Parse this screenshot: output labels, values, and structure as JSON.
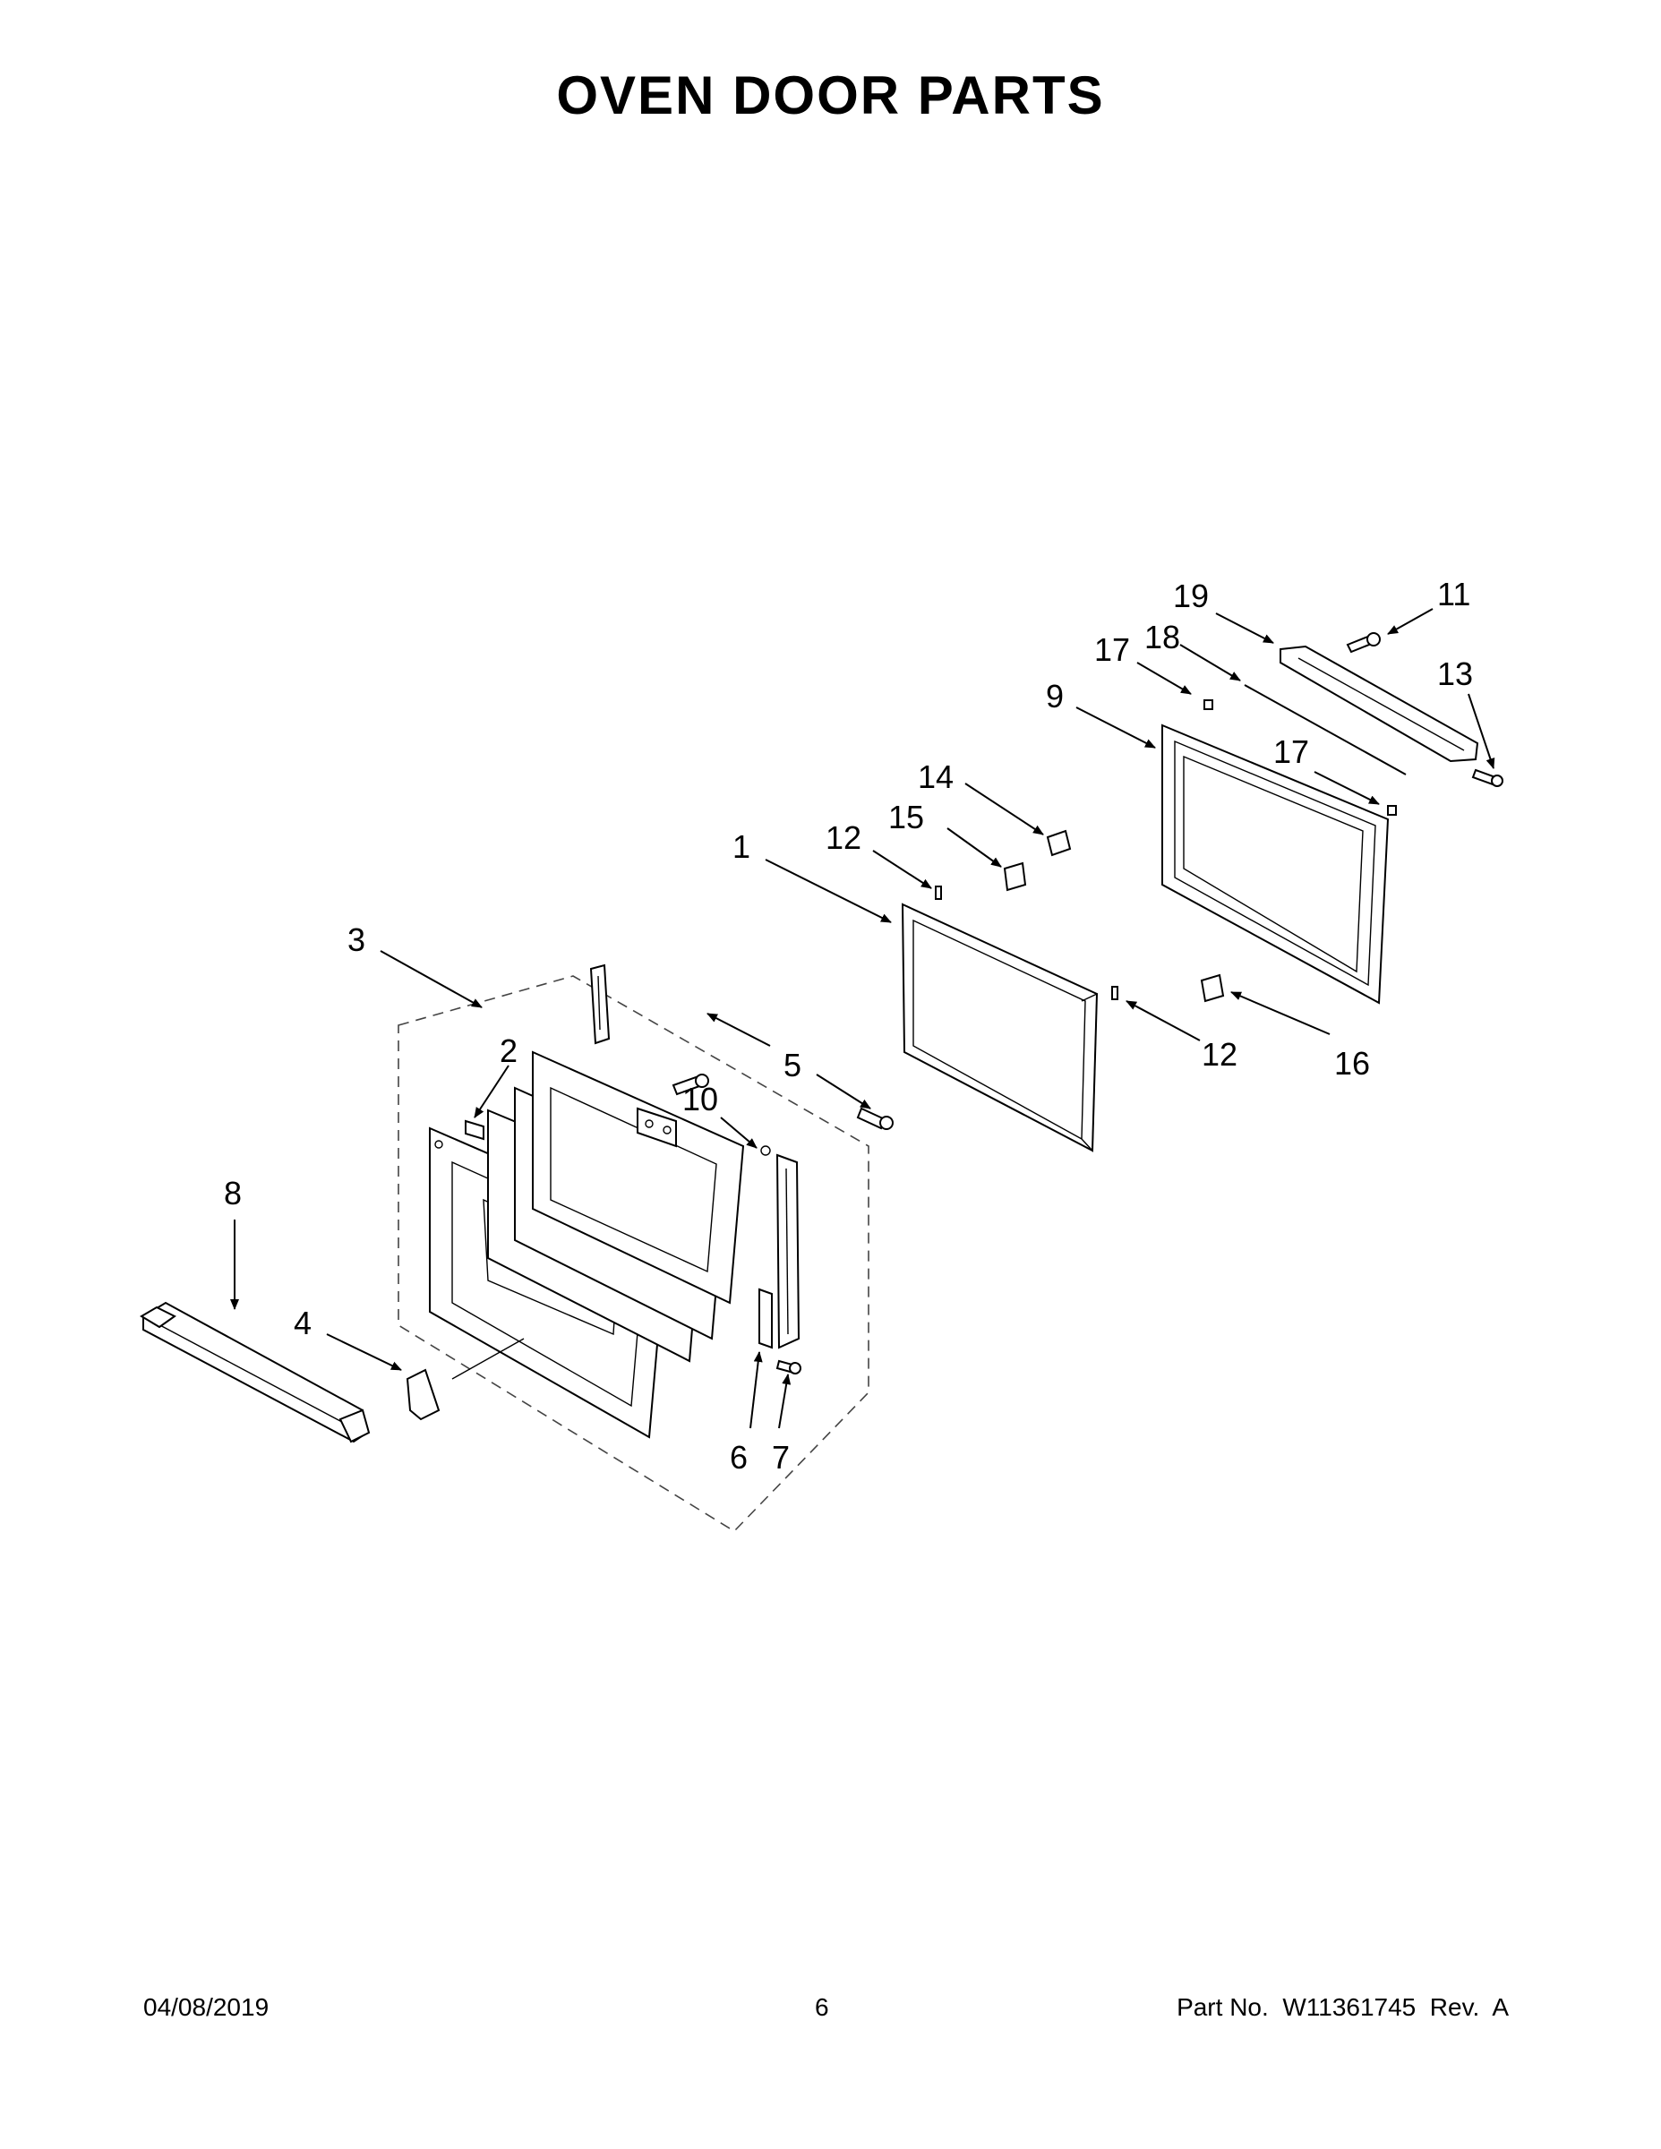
{
  "title": "OVEN DOOR PARTS",
  "callouts": [
    {
      "id": "c19",
      "label": "19"
    },
    {
      "id": "c11",
      "label": "11"
    },
    {
      "id": "c17a",
      "label": "17"
    },
    {
      "id": "c18",
      "label": "18"
    },
    {
      "id": "c13",
      "label": "13"
    },
    {
      "id": "c9",
      "label": "9"
    },
    {
      "id": "c17b",
      "label": "17"
    },
    {
      "id": "c14",
      "label": "14"
    },
    {
      "id": "c15",
      "label": "15"
    },
    {
      "id": "c12a",
      "label": "12"
    },
    {
      "id": "c1",
      "label": "1"
    },
    {
      "id": "c3",
      "label": "3"
    },
    {
      "id": "c2",
      "label": "2"
    },
    {
      "id": "c5",
      "label": "5"
    },
    {
      "id": "c10",
      "label": "10"
    },
    {
      "id": "c12b",
      "label": "12"
    },
    {
      "id": "c16",
      "label": "16"
    },
    {
      "id": "c8",
      "label": "8"
    },
    {
      "id": "c4",
      "label": "4"
    },
    {
      "id": "c6",
      "label": "6"
    },
    {
      "id": "c7",
      "label": "7"
    }
  ],
  "footer": {
    "date": "04/08/2019",
    "page": "6",
    "part_no": "Part No.  W11361745  Rev.  A"
  }
}
